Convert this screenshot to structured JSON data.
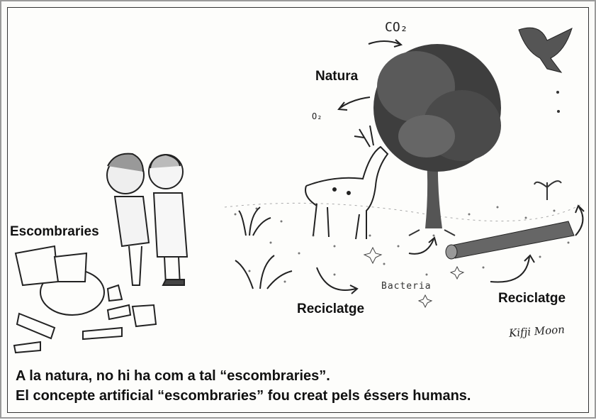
{
  "labels": {
    "natura": "Natura",
    "escombraries": "Escombraries",
    "reciclatge_left": "Reciclatge",
    "reciclatge_right": "Reciclatge",
    "bacteria": "Bacteria",
    "co2": "CO₂",
    "o2": "O₂"
  },
  "signature": "Kifji Moon",
  "caption": {
    "line1": "A la natura, no hi ha com a tal “escombraries”.",
    "line2": "El concepte artificial “escombraries” fou creat pels éssers humans."
  }
}
